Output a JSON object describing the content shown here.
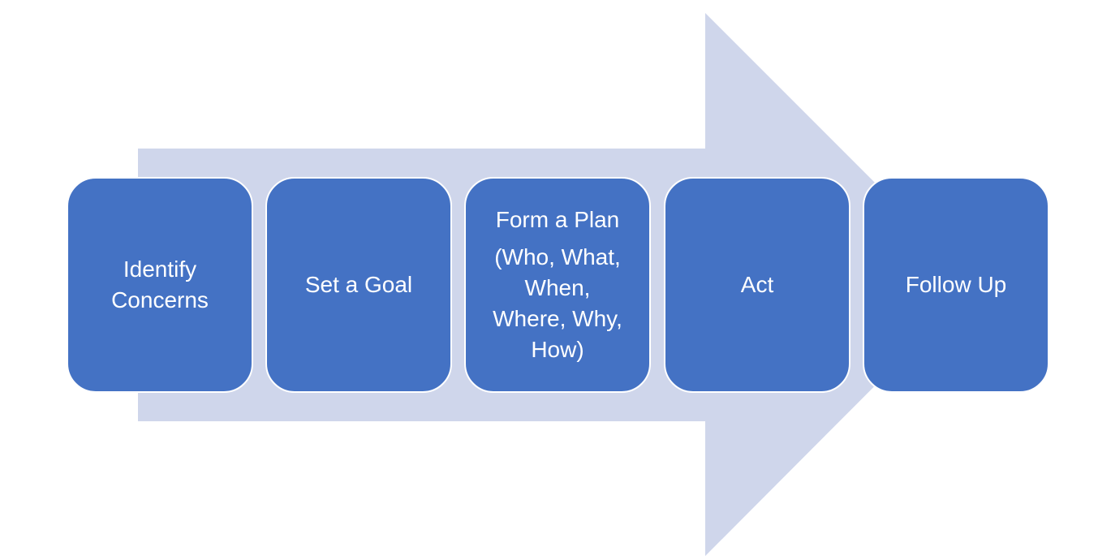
{
  "diagram": {
    "arrow_color": "#cfd6eb",
    "box_color": "#4472c4",
    "text_color": "#ffffff",
    "steps": [
      {
        "lines": [
          "Identify",
          "Concerns"
        ]
      },
      {
        "lines": [
          "Set a Goal"
        ]
      },
      {
        "heading": "Form a Plan",
        "lines": [
          "(Who, What,",
          "When,",
          "Where, Why,",
          "How)"
        ]
      },
      {
        "lines": [
          "Act"
        ]
      },
      {
        "lines": [
          "Follow Up"
        ]
      }
    ]
  }
}
